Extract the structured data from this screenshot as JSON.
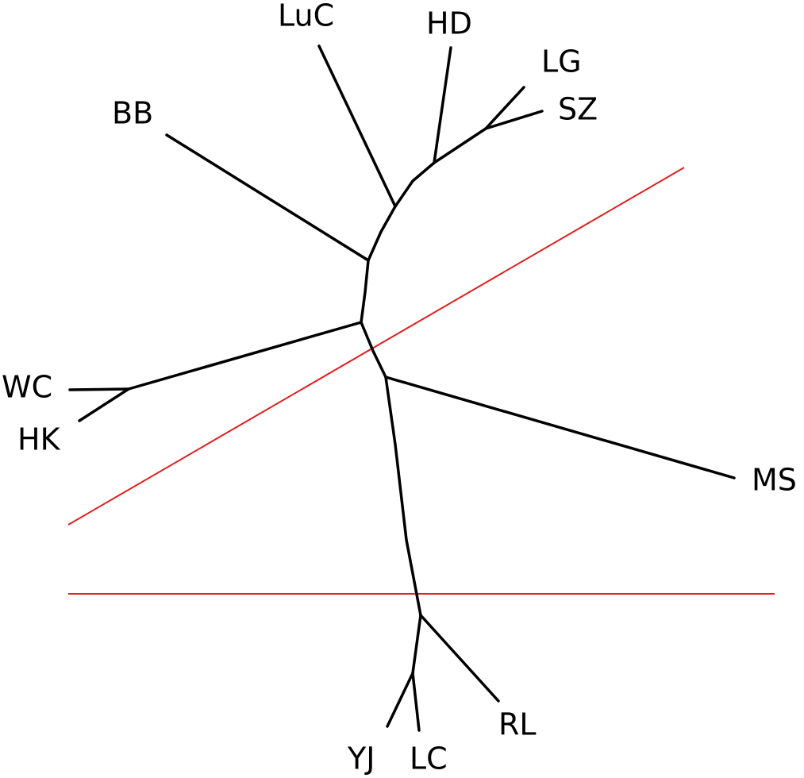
{
  "tree": {
    "type": "unrooted-phylogenetic-tree",
    "leaves": [
      "LuC",
      "HD",
      "LG",
      "SZ",
      "BB",
      "WC",
      "HK",
      "MS",
      "RL",
      "YJ",
      "LC"
    ],
    "clades": [
      [
        "LG",
        "SZ"
      ],
      [
        "HD",
        "LG",
        "SZ"
      ],
      [
        "LuC",
        "HD",
        "LG",
        "SZ"
      ],
      [
        "BB",
        "LuC",
        "HD",
        "LG",
        "SZ"
      ],
      [
        "WC",
        "HK"
      ],
      [
        "YJ",
        "LC"
      ],
      [
        "YJ",
        "LC",
        "RL"
      ]
    ]
  },
  "labels": {
    "LuC": "LuC",
    "HD": "HD",
    "LG": "LG",
    "SZ": "SZ",
    "BB": "BB",
    "WC": "WC",
    "HK": "HK",
    "MS": "MS",
    "RL": "RL",
    "YJ": "YJ",
    "LC": "LC"
  },
  "dividers": {
    "count": 2,
    "color": "#e02020"
  },
  "colors": {
    "branch": "#000000",
    "background": "#ffffff"
  }
}
